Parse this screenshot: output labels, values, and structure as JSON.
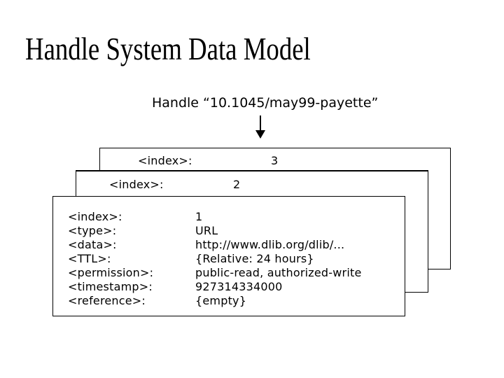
{
  "slide": {
    "title": "Handle System Data Model",
    "handle_label": "Handle “10.1045/may99-payette”"
  },
  "icons": {
    "down_arrow_icon": "▼"
  },
  "colors": {
    "background": "#ffffff",
    "text": "#000000",
    "box_border": "#000000"
  },
  "boxes": {
    "back": {
      "label": "<index>:",
      "value": "3"
    },
    "middle": {
      "label": "<index>:",
      "value": "2"
    },
    "front": {
      "rows": [
        {
          "label": "<index>:",
          "value": "1"
        },
        {
          "label": "<type>:",
          "value": "URL"
        },
        {
          "label": "<data>:",
          "value": "http://www.dlib.org/dlib/..."
        },
        {
          "label": "<TTL>:",
          "value": "{Relative: 24 hours}"
        },
        {
          "label": "<permission>:",
          "value": "public-read, authorized-write"
        },
        {
          "label": "<timestamp>:",
          "value": "927314334000"
        },
        {
          "label": "<reference>:",
          "value": "{empty}"
        }
      ]
    }
  }
}
